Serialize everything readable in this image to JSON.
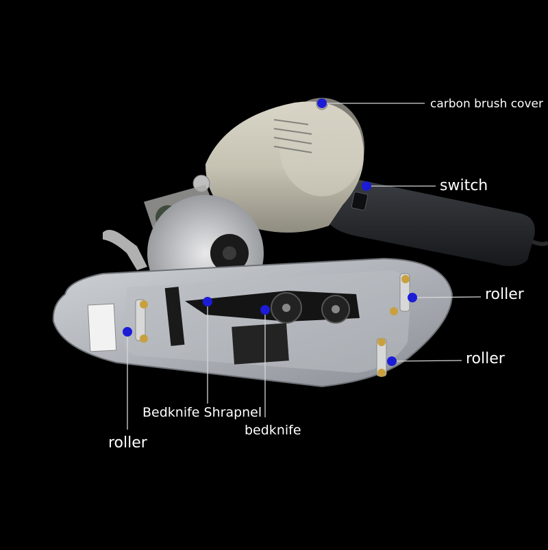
{
  "colors": {
    "background": "#000000",
    "marker": "#1c1cd6",
    "leader_line": "#d8d8d8",
    "label_text": "#ffffff"
  },
  "labels": {
    "carbon_brush_cover": "carbon brush cover",
    "switch": "switch",
    "roller_right_upper": "roller",
    "roller_right_lower": "roller",
    "bedknife_shrapnel": "Bedknife Shrapnel",
    "bedknife": "bedknife",
    "roller_left": "roller"
  }
}
